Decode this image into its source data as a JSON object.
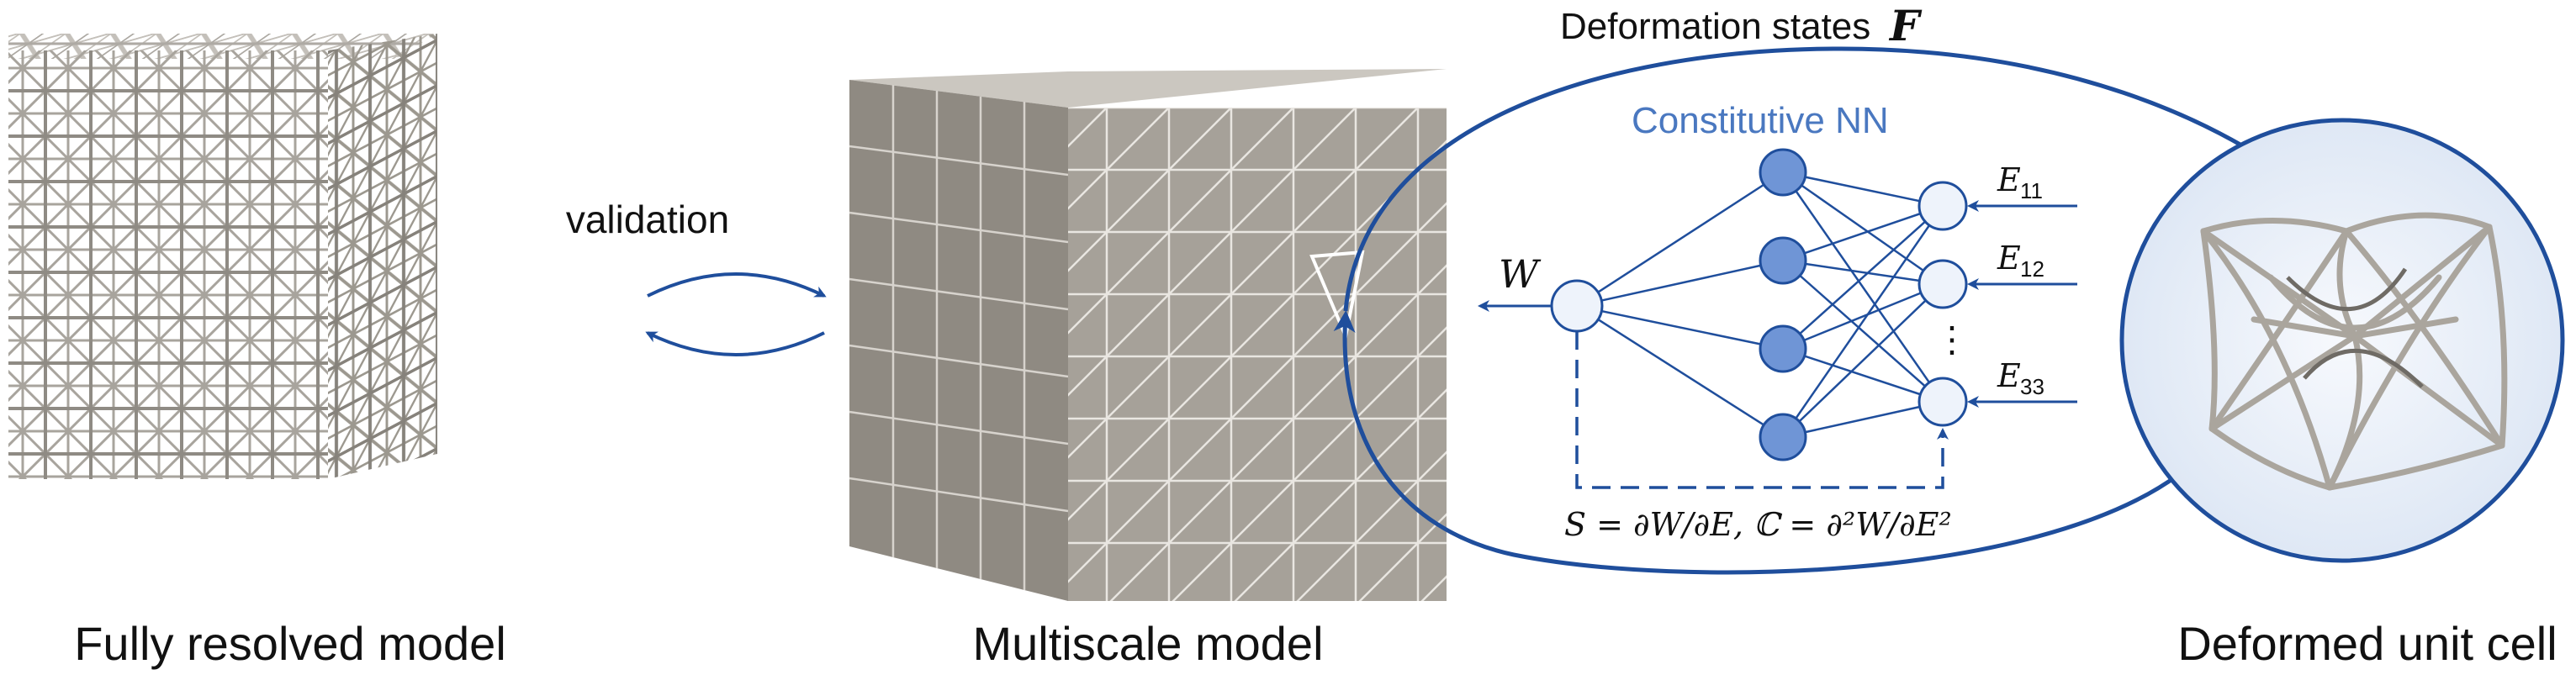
{
  "figure": {
    "colors": {
      "accent": "#1f4e9c",
      "node_filled": "#6f95d6",
      "node_light": "#eef3fb",
      "lattice": "#b9b5ae",
      "cube_front": "#a8a39b",
      "cube_side": "#918b83",
      "cube_top": "#c8c4bd",
      "nn_title": "#4a78c0"
    },
    "captions": {
      "left": "Fully resolved model",
      "middle": "Multiscale model",
      "right": "Deformed unit cell"
    },
    "validation_label": "validation",
    "deformation_label": "Deformation states",
    "deformation_symbol": "F",
    "nn_title": "Constitutive NN",
    "output_label": "W",
    "inputs": [
      "E11",
      "E12",
      "E33"
    ],
    "input_labels": {
      "e11_main": "E",
      "e11_sub": "11",
      "e12_main": "E",
      "e12_sub": "12",
      "e33_main": "E",
      "e33_sub": "33"
    },
    "ellipsis": "⋮",
    "formula": "S = ∂W/∂E, ℂ = ∂²W/∂E²",
    "icons": [
      "arrow-right-icon",
      "arrow-left-icon"
    ]
  }
}
